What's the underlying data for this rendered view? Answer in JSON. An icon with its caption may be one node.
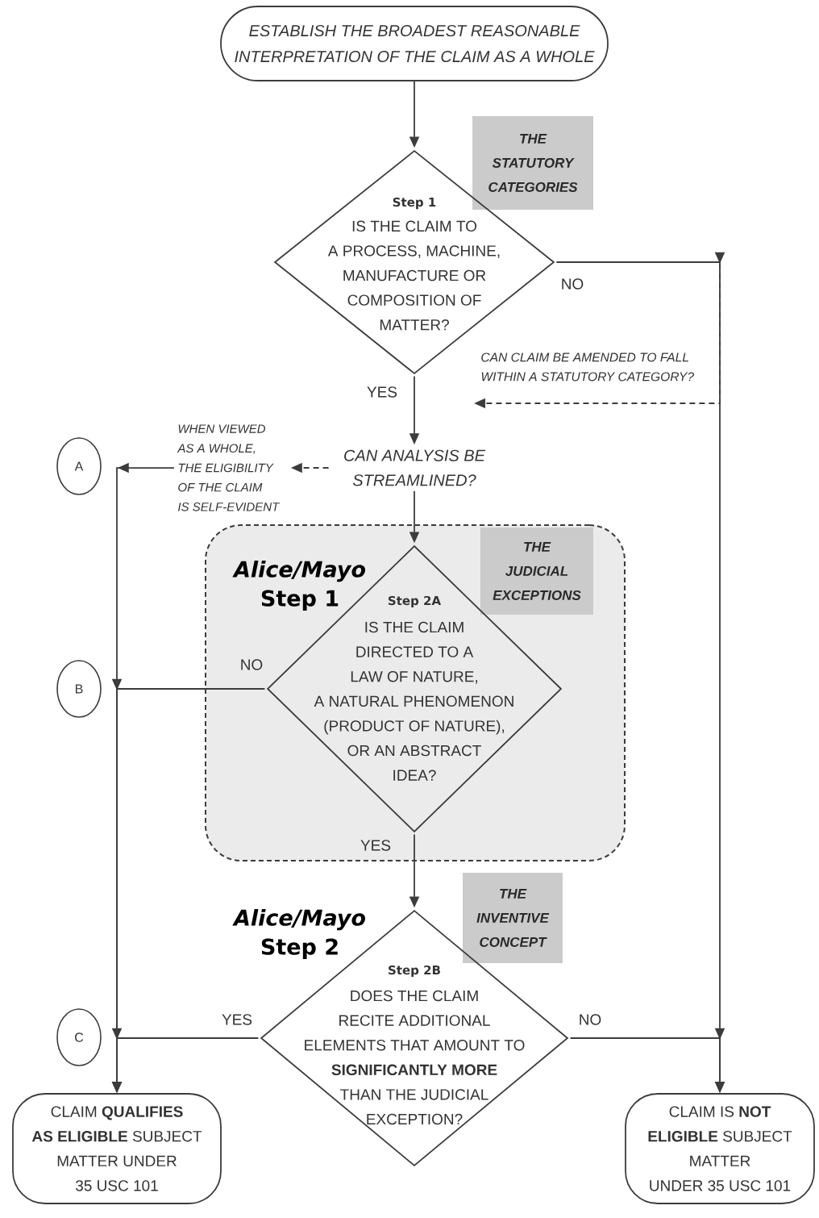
{
  "diagram": {
    "nodes": [
      {
        "text": [
          "ESTABLISH THE BROADEST REASONABLE INTERPRETATION OF THE CLAIM AS A WHOLE"
        ]
      },
      {
        "text": [
          "THE STATUTORY CATEGORIES"
        ]
      },
      {
        "text": [
          "Step 1",
          "IS THE CLAIM TO A PROCESS, MACHINE, MANUFACTURE OR COMPOSITION OF MATTER?"
        ]
      },
      {
        "text": [
          "A"
        ]
      },
      {
        "text": [
          "WHEN VIEWED AS A WHOLE, THE ELIGIBILITY OF THE CLAIM IS SELF-EVIDENT"
        ]
      },
      {
        "text": [
          "CAN ANALYSIS BE STREAMLINED?"
        ]
      },
      {
        "text": [
          "*Alice/Mayo* Step 1"
        ]
      },
      {
        "text": [
          "THE JUDICIAL EXCEPTIONS"
        ],
        "in": 6
      },
      {
        "text": [
          "Step 2A",
          "IS THE CLAIM DIRECTED TO A LAW OF NATURE, A NATURAL PHENOMENON (PRODUCT OF NATURE), OR AN ABSTRACT IDEA?"
        ],
        "in": 6
      },
      {
        "text": [
          "B"
        ]
      },
      {
        "text": [
          "THE INVENTIVE CONCEPT"
        ]
      },
      {
        "text": [
          "Step 2B",
          "DOES THE CLAIM RECITE ADDITIONAL ELEMENTS THAT AMOUNT TO **SIGNIFICANTLY MORE** THAN THE JUDICIAL EXCEPTION?"
        ],
        "beside": [
          "*Alice/Mayo* Step 2"
        ]
      },
      {
        "text": [
          "C"
        ]
      },
      {
        "text": [
          "CLAIM **QUALIFIES AS ELIGIBLE** SUBJECT MATTER UNDER 35 USC 101"
        ]
      },
      {
        "text": [
          "CLAIM IS **NOT ELIGIBLE** SUBJECT MATTER UNDER 35 USC 101"
        ]
      }
    ],
    "edges": [
      {
        "from": 0,
        "to": 2,
        "arrow": "to"
      },
      {
        "from": 2,
        "to": 5,
        "arrow": "to",
        "label": "YES"
      },
      {
        "from": 2,
        "to": 14,
        "arrow": "to",
        "label": "NO"
      },
      {
        "from": 2,
        "to": null,
        "arrow": "to",
        "style": "dashed",
        "label": "CAN CLAIM BE AMENDED TO FALL WITHIN A STATUTORY CATEGORY?"
      },
      {
        "from": 5,
        "to": 4,
        "arrow": "to",
        "style": "dashed"
      },
      {
        "from": 4,
        "to": 13,
        "arrow": "to"
      },
      {
        "from": 5,
        "to": 8,
        "arrow": "to"
      },
      {
        "from": 8,
        "to": 13,
        "arrow": "to",
        "label": "NO"
      },
      {
        "from": 8,
        "to": 11,
        "arrow": "to",
        "label": "YES"
      },
      {
        "from": 11,
        "to": 13,
        "arrow": "to",
        "label": "YES"
      },
      {
        "from": 11,
        "to": 14,
        "arrow": "to",
        "label": "NO"
      }
    ]
  }
}
